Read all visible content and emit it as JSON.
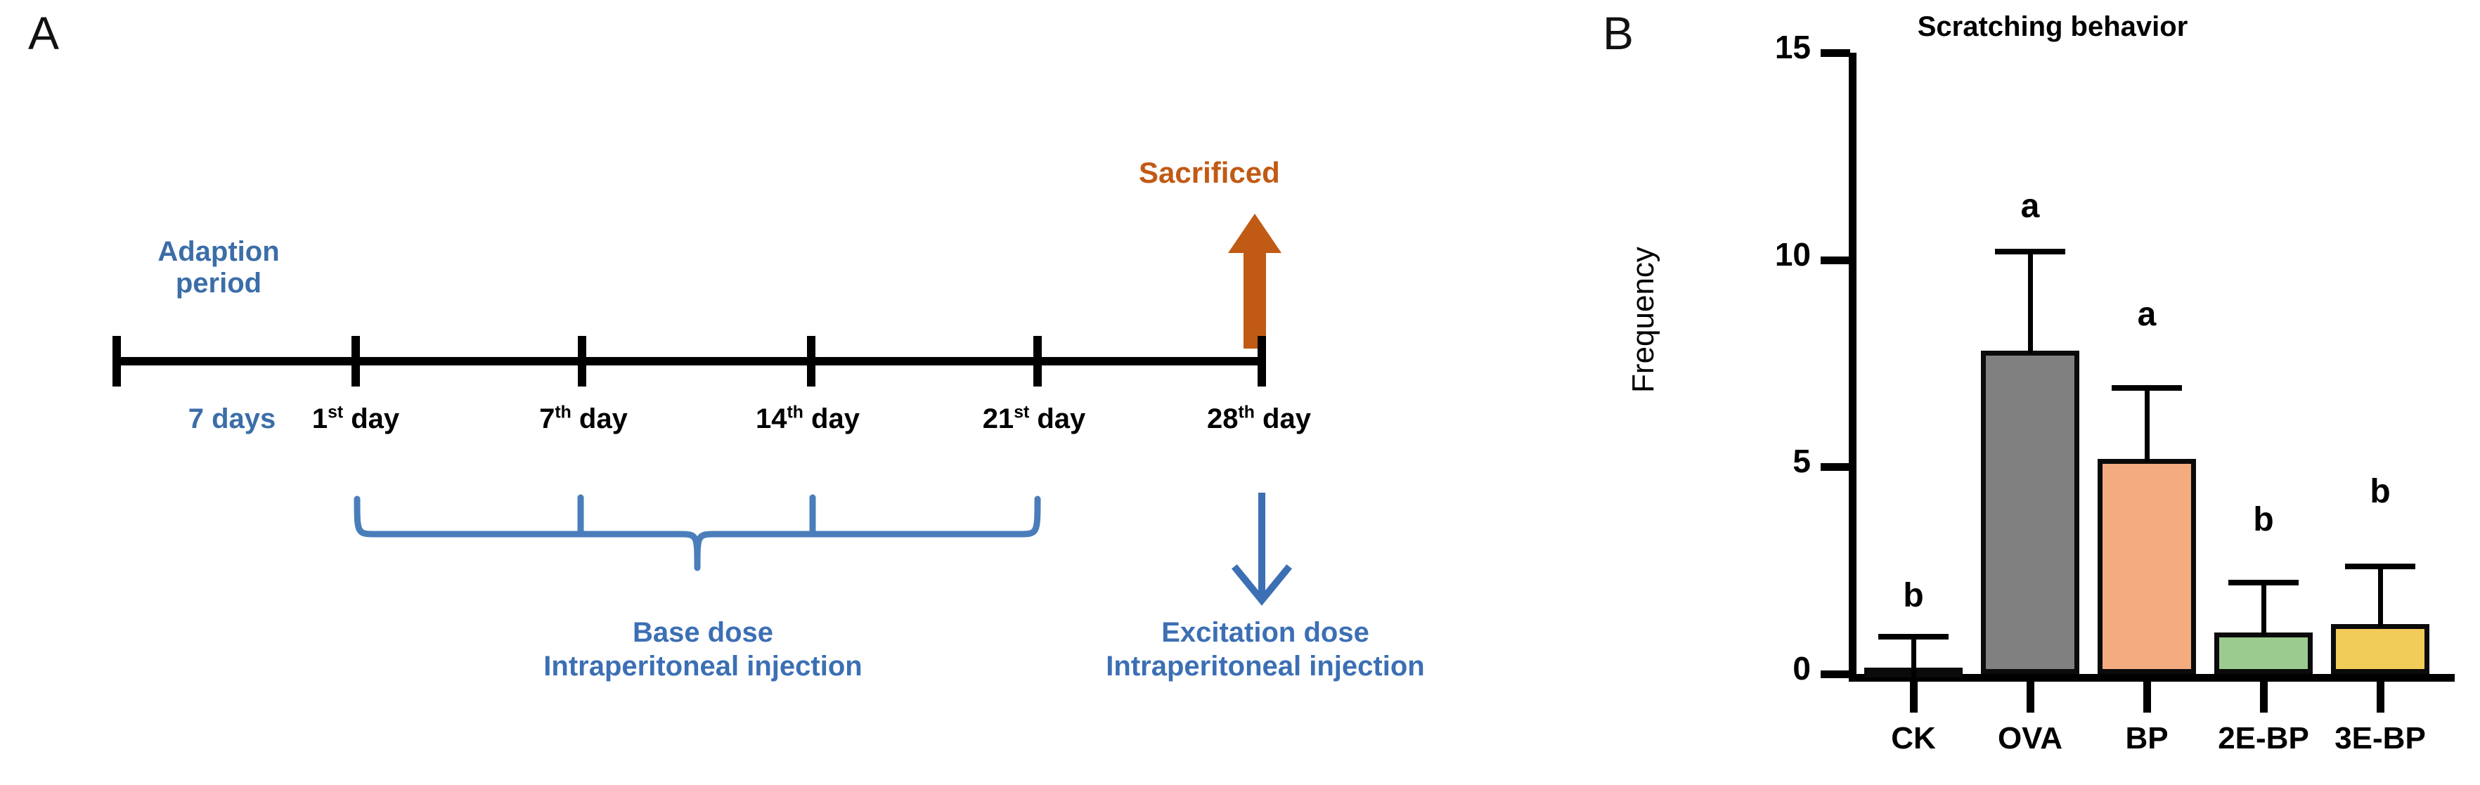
{
  "panels": {
    "a": {
      "letter": "A"
    },
    "b": {
      "letter": "B"
    }
  },
  "timeline": {
    "adaption_label_line1": "Adaption",
    "adaption_label_line2": "period",
    "sacrificed_label": "Sacrificed",
    "tick_labels": [
      {
        "text": "7 days",
        "sup": "",
        "color": "#3b6ea8"
      },
      {
        "text": "1",
        "sup": "st",
        "suffix": " day",
        "color": "#000000"
      },
      {
        "text": "7",
        "sup": "th",
        "suffix": " day",
        "color": "#000000"
      },
      {
        "text": "14",
        "sup": "th",
        "suffix": " day",
        "color": "#000000"
      },
      {
        "text": "21",
        "sup": "st",
        "suffix": " day",
        "color": "#000000"
      },
      {
        "text": "28",
        "sup": "th",
        "suffix": " day",
        "color": "#000000"
      }
    ],
    "base_dose_line1": "Base dose",
    "base_dose_line2": "Intraperitoneal injection",
    "excitation_line1": "Excitation dose",
    "excitation_line2": "Intraperitoneal injection",
    "colors": {
      "blue": "#3c6fb4",
      "orange": "#c15a14",
      "axis": "#000000"
    }
  },
  "chart_data": {
    "type": "bar",
    "title": "Scratching behavior",
    "xlabel": "",
    "ylabel": "Frequency",
    "ylim": [
      0,
      15
    ],
    "yticks": [
      0,
      5,
      10,
      15
    ],
    "ytick_labels": [
      "0",
      "5",
      "10",
      "15"
    ],
    "grid": false,
    "legend": "none",
    "categories": [
      "CK",
      "OVA",
      "BP",
      "2E-BP",
      "3E-BP"
    ],
    "values": [
      0.15,
      7.8,
      5.2,
      1.0,
      1.2
    ],
    "errors": [
      0.75,
      2.4,
      1.7,
      1.2,
      1.4
    ],
    "error_tops": [
      0.9,
      10.2,
      6.9,
      2.2,
      2.6
    ],
    "significance_letters": [
      "b",
      "a",
      "a",
      "b",
      "b"
    ],
    "bar_colors": [
      "#1a1a1a",
      "#808080",
      "#f4ab80",
      "#9ccb8f",
      "#f2cc58"
    ],
    "bar_edge_color": "#0b0b0b"
  }
}
